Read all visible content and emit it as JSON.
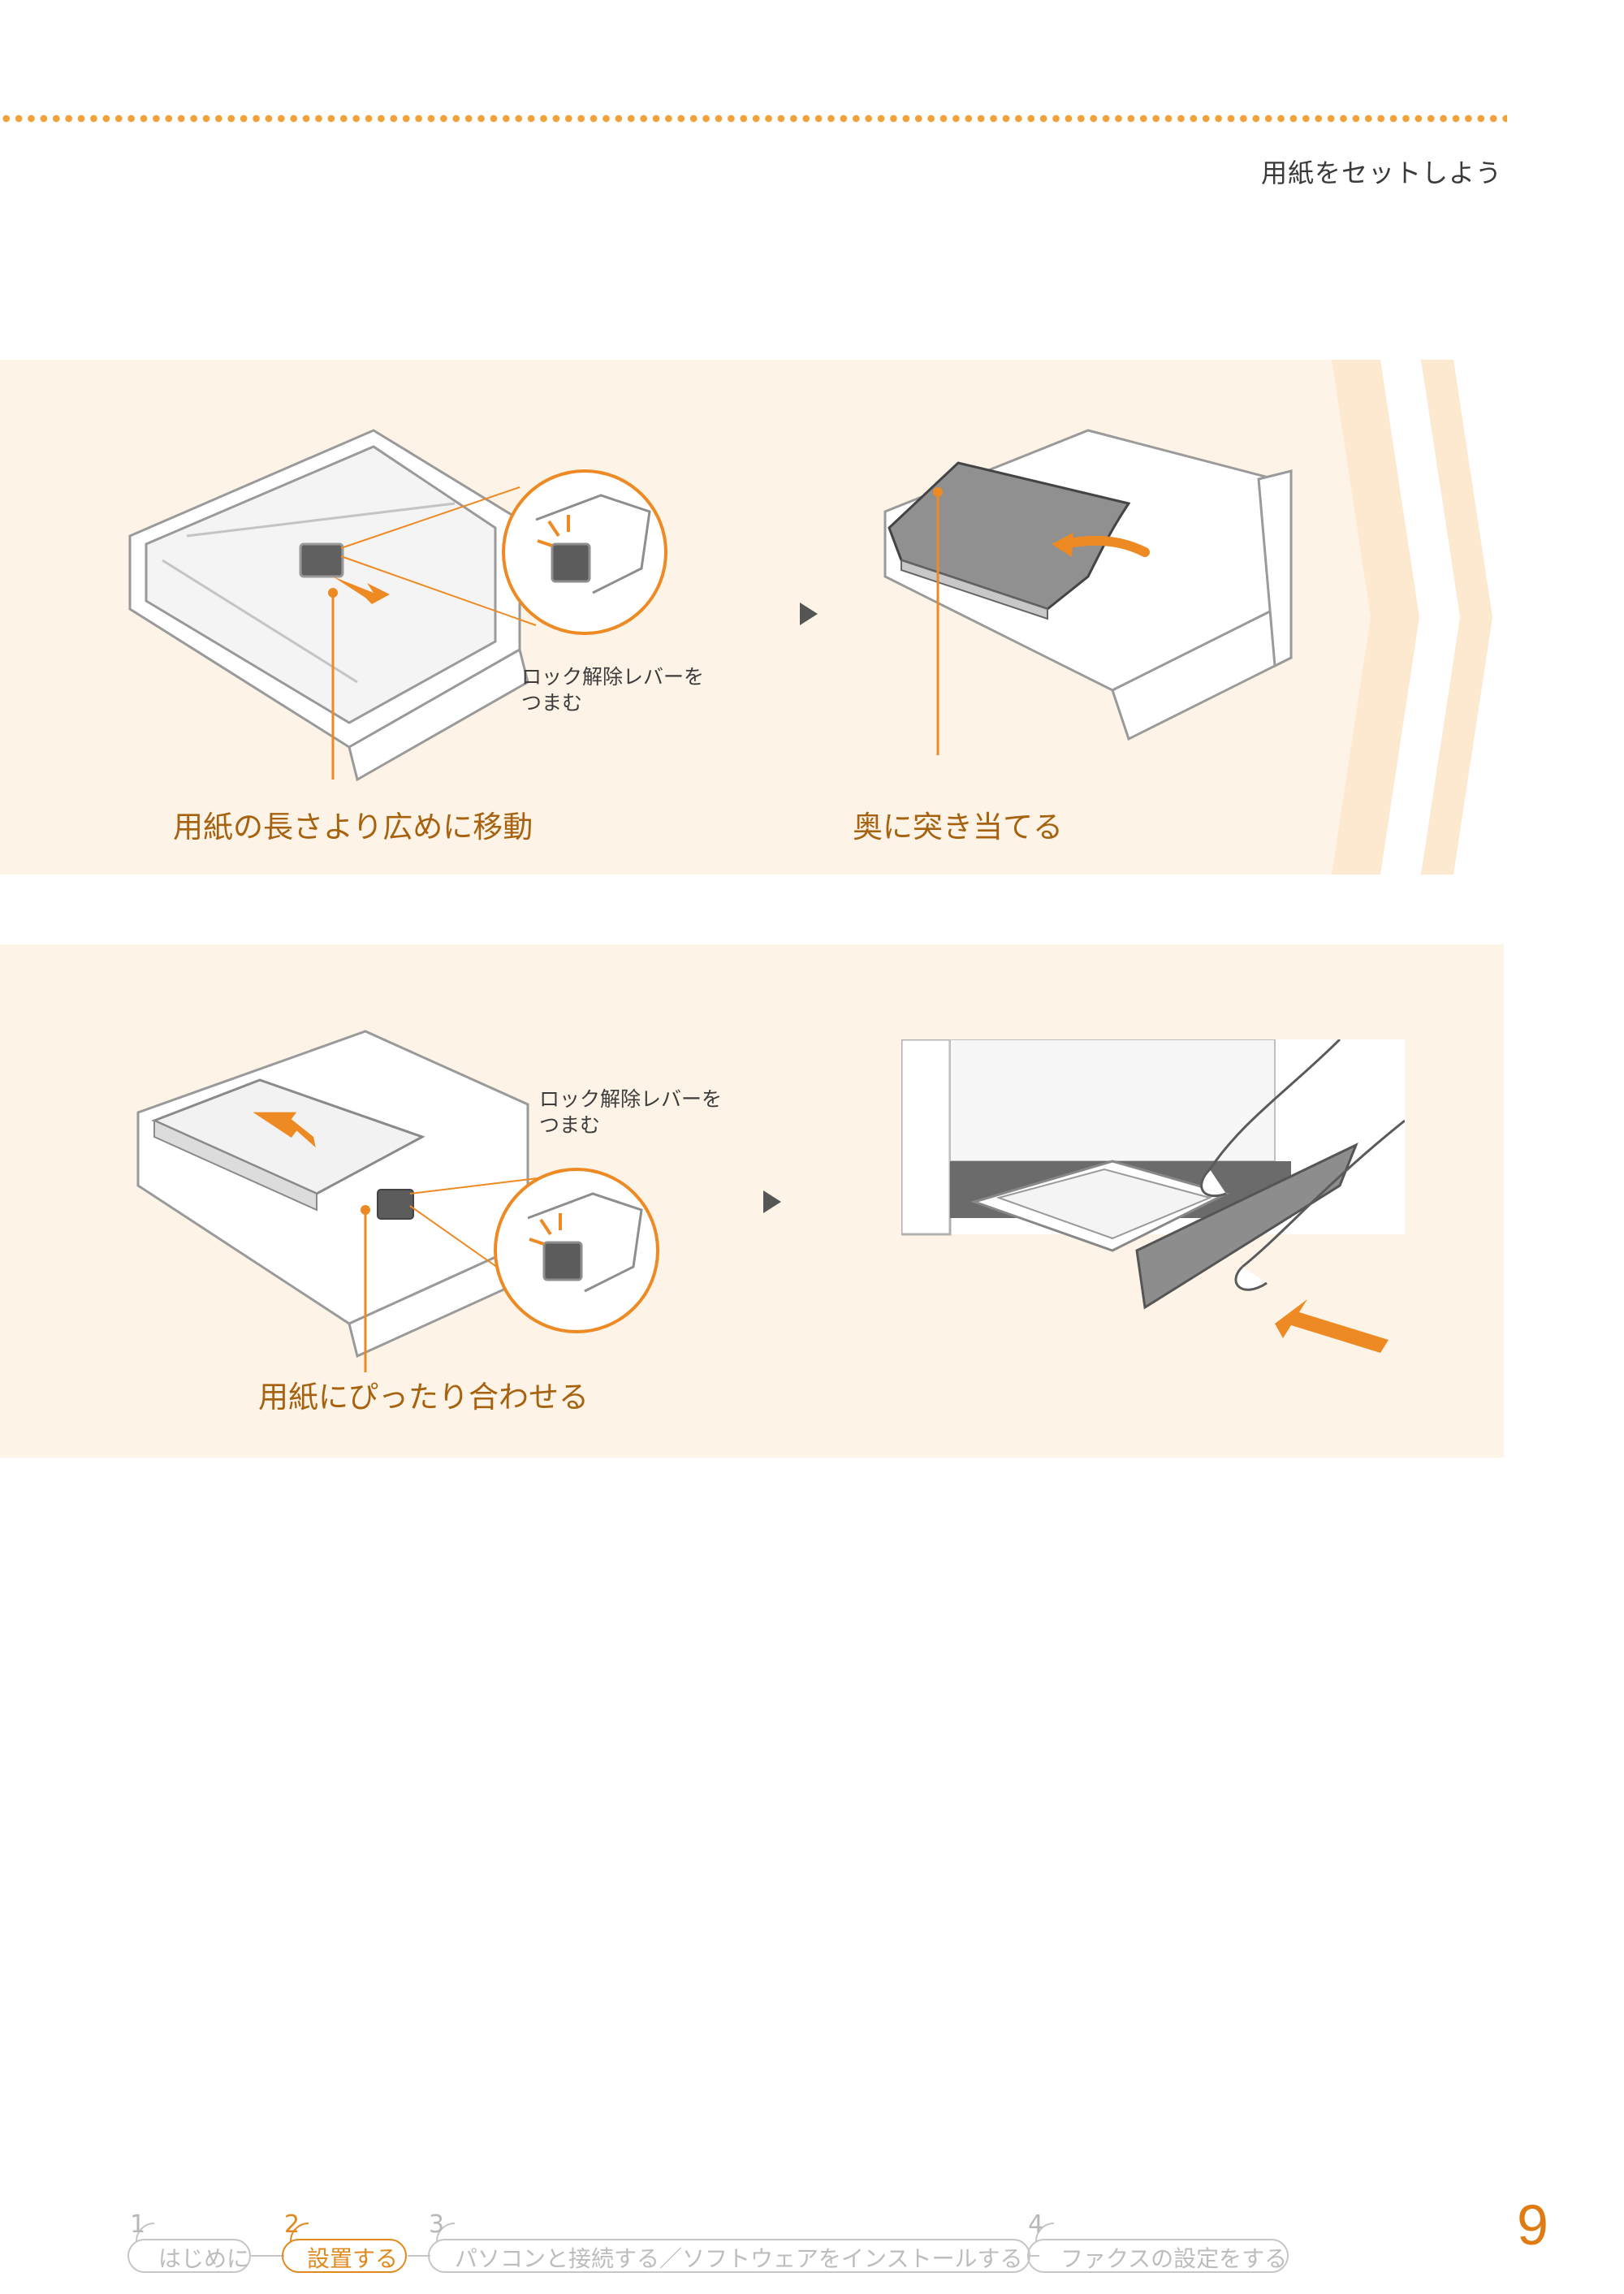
{
  "header": {
    "title": "用紙をセットしよう"
  },
  "step1": {
    "note_line1": "ロック解除レバーを",
    "note_line2": "つまむ",
    "caption_left": "用紙の長さより広めに移動",
    "caption_right": "奥に突き当てる"
  },
  "step2": {
    "note_line1": "ロック解除レバーを",
    "note_line2": "つまむ",
    "caption": "用紙にぴったり合わせる"
  },
  "footer": {
    "steps": [
      {
        "num": "1",
        "label": "はじめに"
      },
      {
        "num": "2",
        "label": "設置する"
      },
      {
        "num": "3",
        "label": "パソコンと接続する／ソフトウェアをインストールする"
      },
      {
        "num": "4",
        "label": "ファクスの設定をする"
      }
    ],
    "active_step": "2"
  },
  "page_number": "9",
  "colors": {
    "accent": "#e07a12",
    "panel_bg": "#fdf3e6",
    "caption": "#a6620e",
    "dots": "#f0a13a"
  }
}
